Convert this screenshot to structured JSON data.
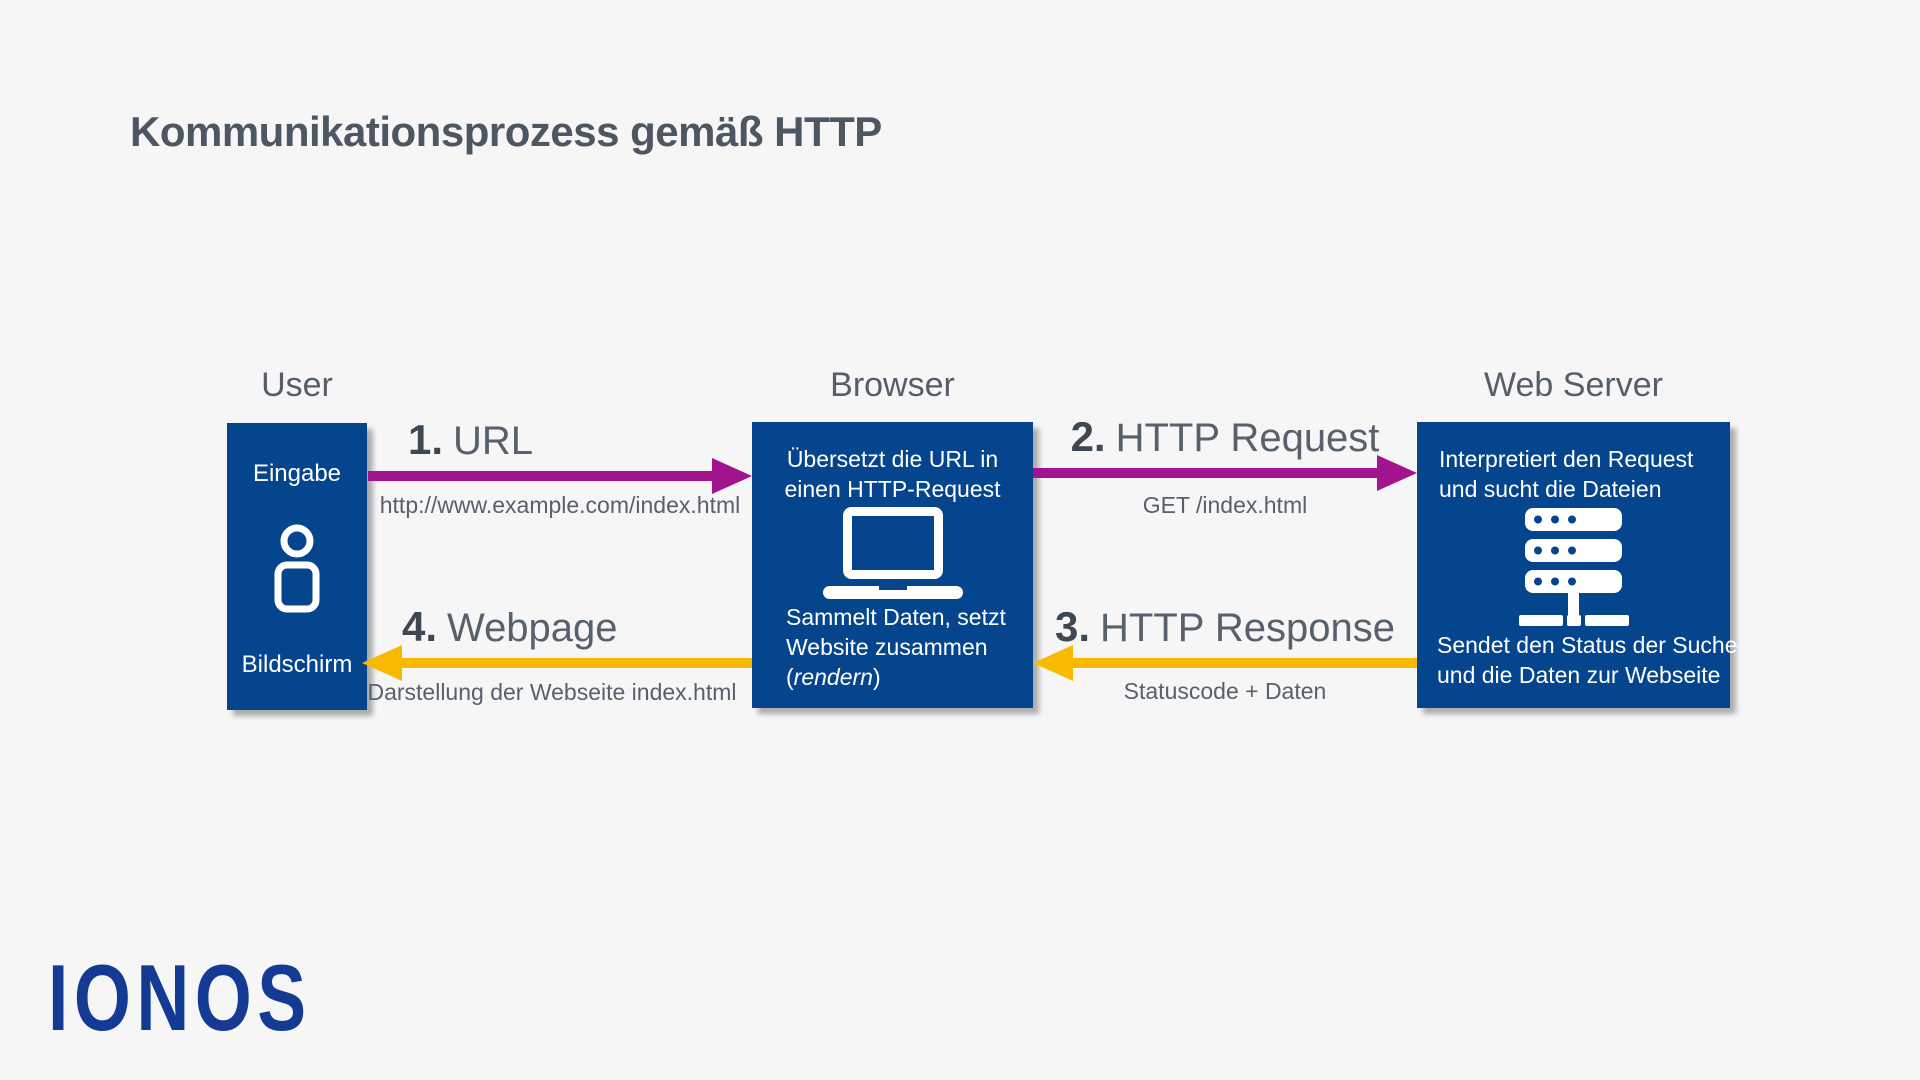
{
  "title": "Kommunikationsprozess gemäß HTTP",
  "logo": {
    "text": "IONOS"
  },
  "nodes": {
    "user": {
      "heading": "User",
      "top_label": "Eingabe",
      "bottom_label": "Bildschirm",
      "icon": "person-icon"
    },
    "browser": {
      "heading": "Browser",
      "top_lines": [
        "Übersetzt die URL in",
        "einen HTTP-Request"
      ],
      "bottom_lines": [
        "Sammelt Daten, setzt",
        "Website zusammen"
      ],
      "bottom_paren_open": "(",
      "bottom_italic": "rendern",
      "bottom_paren_close": ")",
      "icon": "laptop-icon"
    },
    "server": {
      "heading": "Web Server",
      "top_lines": [
        "Interpretiert den Request",
        "und sucht die Dateien"
      ],
      "bottom_lines": [
        "Sendet den Status der Suche",
        "und die Daten zur Webseite"
      ],
      "icon": "server-icon"
    }
  },
  "arrows": [
    {
      "number": "1.",
      "label": "URL",
      "sublabel": "http://www.example.com/index.html",
      "direction": "right",
      "color": "#A1148E"
    },
    {
      "number": "2.",
      "label": "HTTP Request",
      "sublabel": "GET /index.html",
      "direction": "right",
      "color": "#A1148E"
    },
    {
      "number": "3.",
      "label": "HTTP Response",
      "sublabel": "Statuscode + Daten",
      "direction": "left",
      "color": "#F7BA00"
    },
    {
      "number": "4.",
      "label": "Webpage",
      "sublabel": "Darstellung der Webseite index.html",
      "direction": "left",
      "color": "#F7BA00"
    }
  ],
  "colors": {
    "background": "#F6F6F7",
    "box_blue": "#05458E",
    "logo_blue": "#143A94",
    "magenta": "#A1148E",
    "yellow": "#F7BA00",
    "title_text": "#4D5761",
    "gray_text": "#57616B"
  }
}
